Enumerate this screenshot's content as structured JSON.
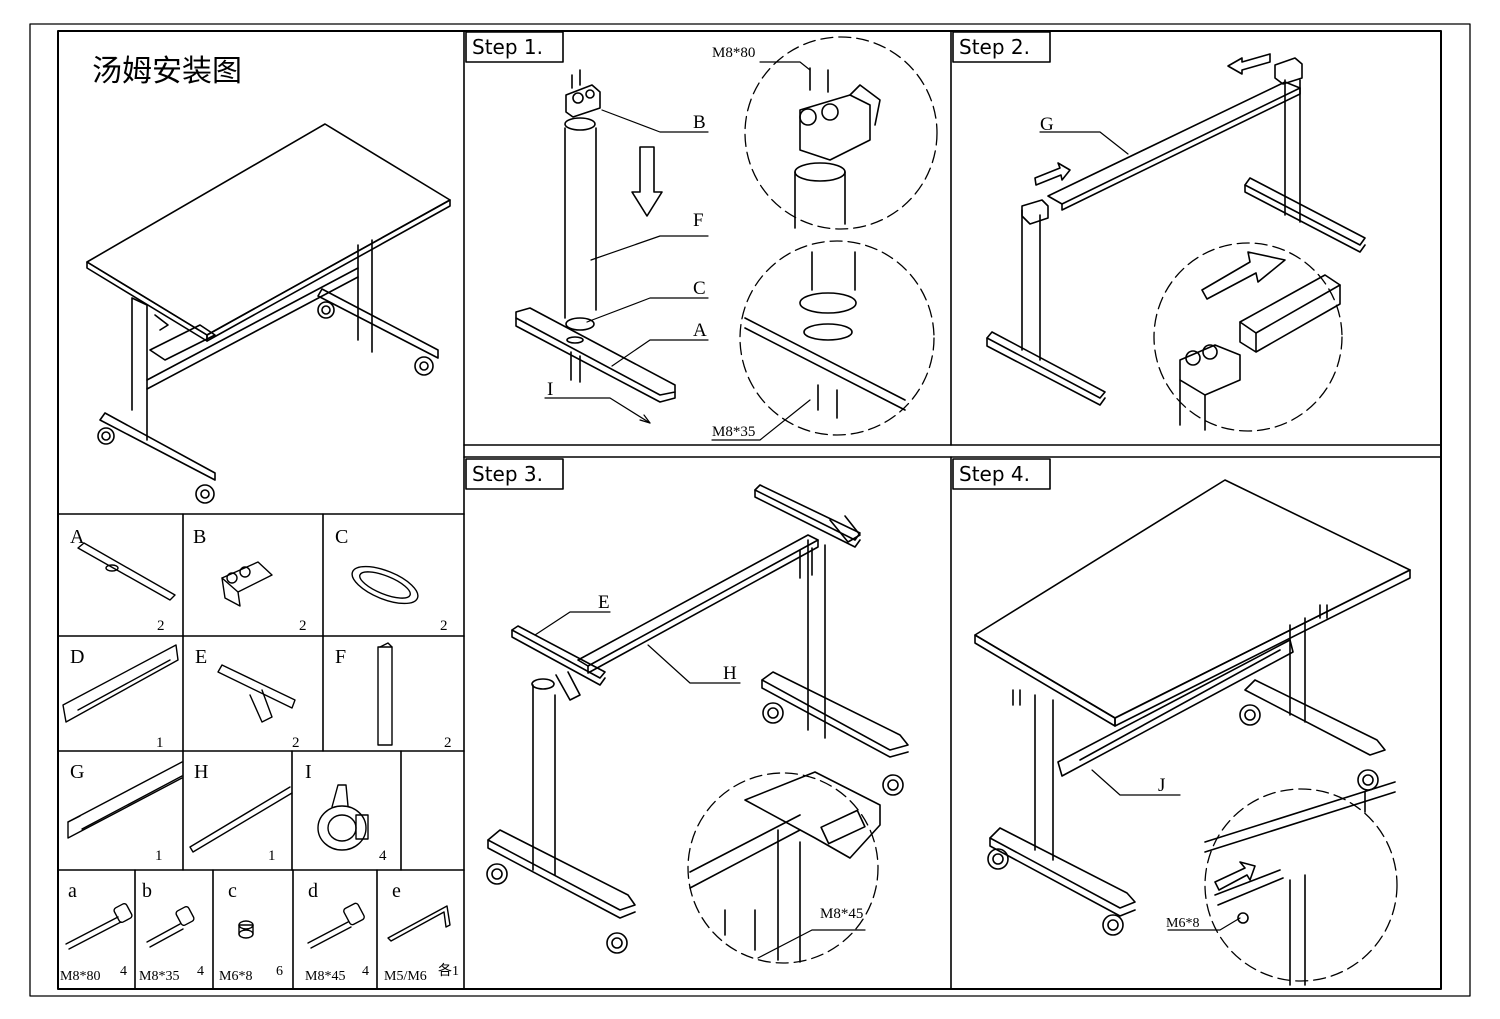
{
  "title": "汤姆安装图",
  "steps": {
    "s1": "Step 1.",
    "s2": "Step 2.",
    "s3": "Step 3.",
    "s4": "Step 4."
  },
  "callouts": {
    "m8x80": "M8*80",
    "b": "B",
    "f": "F",
    "c": "C",
    "a": "A",
    "i": "I",
    "m8x35": "M8*35",
    "g": "G",
    "e": "E",
    "h": "H",
    "m8x45": "M8*45",
    "j": "J",
    "m6x8": "M6*8"
  },
  "parts": [
    {
      "letter": "A",
      "qty": "2"
    },
    {
      "letter": "B",
      "qty": "2"
    },
    {
      "letter": "C",
      "qty": "2"
    },
    {
      "letter": "D",
      "qty": "1"
    },
    {
      "letter": "E",
      "qty": "2"
    },
    {
      "letter": "F",
      "qty": "2"
    },
    {
      "letter": "G",
      "qty": "1"
    },
    {
      "letter": "H",
      "qty": "1"
    },
    {
      "letter": "I",
      "qty": "4"
    }
  ],
  "hardware": [
    {
      "letter": "a",
      "spec": "M8*80",
      "qty": "4"
    },
    {
      "letter": "b",
      "spec": "M8*35",
      "qty": "4"
    },
    {
      "letter": "c",
      "spec": "M6*8",
      "qty": "6"
    },
    {
      "letter": "d",
      "spec": "M8*45",
      "qty": "4"
    },
    {
      "letter": "e",
      "spec": "M5/M6",
      "qty": "各1"
    }
  ]
}
